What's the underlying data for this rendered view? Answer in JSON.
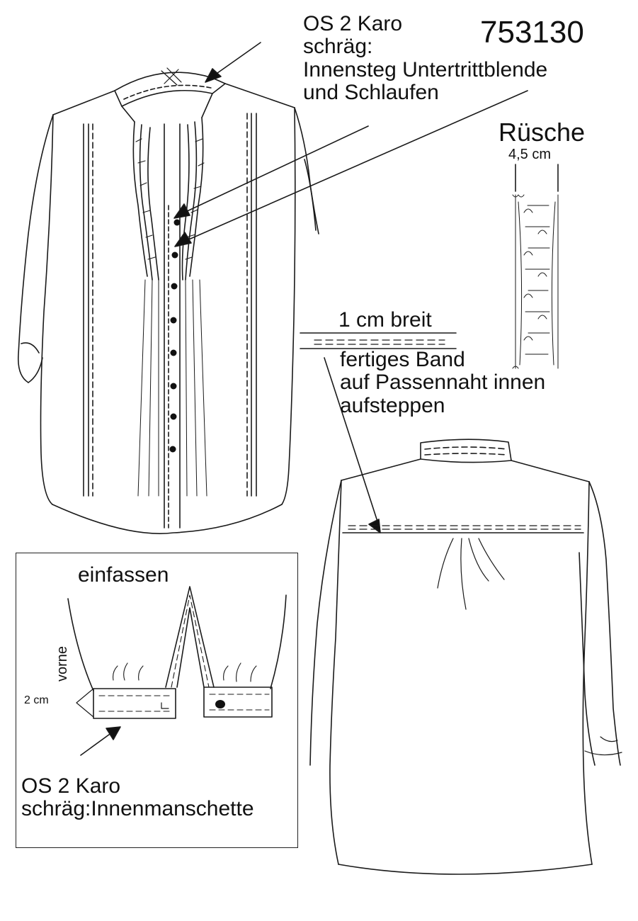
{
  "article_number": "753130",
  "front_note": {
    "lines": [
      "OS 2 Karo",
      "schräg:",
      "Innensteg Untertrittblende",
      "und Schlaufen"
    ]
  },
  "ruffle": {
    "title": "Rüsche",
    "width": "4,5 cm"
  },
  "band": {
    "width": "1 cm breit",
    "lines": [
      "fertiges Band",
      "auf Passennaht innen",
      "aufsteppen"
    ]
  },
  "cuff_detail": {
    "binding": "einfassen",
    "side": "vorne",
    "height": "2 cm",
    "lines": [
      "OS 2 Karo",
      "schräg:Innenmanschette"
    ]
  }
}
